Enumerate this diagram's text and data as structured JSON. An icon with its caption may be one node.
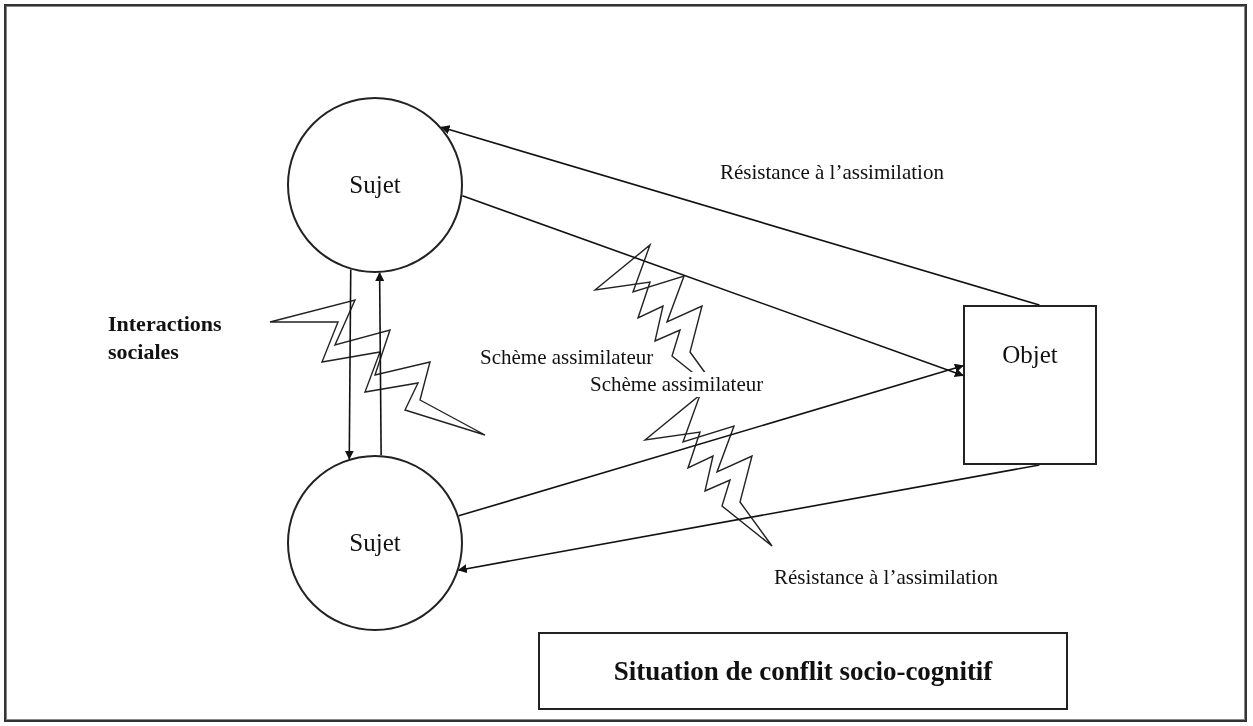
{
  "diagram": {
    "nodes": [
      {
        "text": [
          "Sujet"
        ]
      },
      {
        "text": [
          "Sujet"
        ]
      },
      {
        "text": [
          "Objet"
        ]
      },
      {
        "text": [
          "Situation de conflit socio-cognitif"
        ]
      }
    ],
    "edges": [
      {
        "from": 2,
        "to": 0,
        "arrow": "to",
        "label": "Résistance à l’assimilation"
      },
      {
        "from": 0,
        "to": 2,
        "arrow": "to",
        "label": "Schème assimilateur"
      },
      {
        "from": 1,
        "to": 2,
        "arrow": "to",
        "label": "Schème assimilateur"
      },
      {
        "from": 2,
        "to": 1,
        "arrow": "to",
        "label": "Résistance à l’assimilation"
      },
      {
        "from": 0,
        "to": 1,
        "arrow": "to"
      },
      {
        "from": 1,
        "to": 0,
        "arrow": "to"
      }
    ],
    "labels": [
      "Interactions sociales"
    ]
  }
}
